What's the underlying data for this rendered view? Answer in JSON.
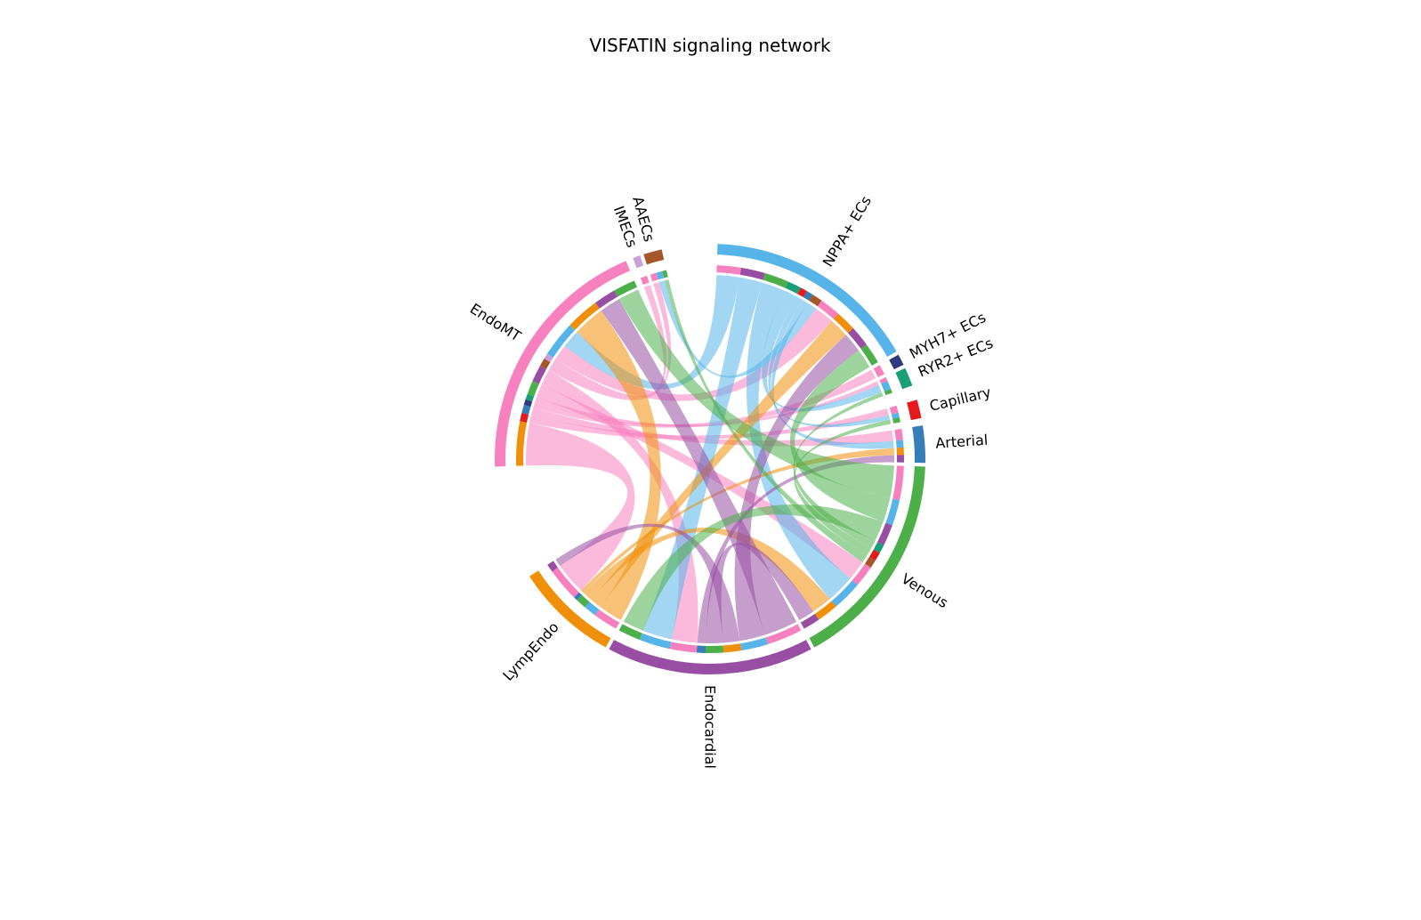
{
  "title": "VISFATIN signaling network",
  "segments": [
    {
      "name": "NPPA+ ECs",
      "color": "#56B4E9",
      "start": 2,
      "end": 60
    },
    {
      "name": "MYH7+ ECs",
      "color": "#2E3A7C",
      "start": 61,
      "end": 64
    },
    {
      "name": "RYR2+ ECs",
      "color": "#1A9E77",
      "start": 65,
      "end": 70
    },
    {
      "name": "Capillary",
      "color": "#E41A1C",
      "start": 74,
      "end": 79
    },
    {
      "name": "Arterial",
      "color": "#377EB8",
      "start": 81,
      "end": 91
    },
    {
      "name": "Venous",
      "color": "#4DAF4A",
      "start": 92,
      "end": 151
    },
    {
      "name": "Endocardial",
      "color": "#984EA3",
      "start": 152,
      "end": 208
    },
    {
      "name": "LympEndo",
      "color": "#F0900A",
      "start": 209,
      "end": 237
    },
    {
      "name": "EndoMT",
      "color": "#F781BF",
      "start": 268,
      "end": 337
    },
    {
      "name": "IMECs",
      "color": "#C9A0DC",
      "start": 339,
      "end": 341
    },
    {
      "name": "AAECs",
      "color": "#A65628",
      "start": 342,
      "end": 347
    }
  ],
  "links": [
    {
      "from": "EndoMT",
      "to": "LympEndo",
      "value": 16
    },
    {
      "from": "EndoMT",
      "to": "Capillary",
      "value": 3
    },
    {
      "from": "EndoMT",
      "to": "Arterial",
      "value": 3
    },
    {
      "from": "EndoMT",
      "to": "MYH7+ ECs",
      "value": 2
    },
    {
      "from": "EndoMT",
      "to": "RYR2+ ECs",
      "value": 2
    },
    {
      "from": "EndoMT",
      "to": "Venous",
      "value": 5
    },
    {
      "from": "EndoMT",
      "to": "Endocardial",
      "value": 6
    },
    {
      "from": "EndoMT",
      "to": "AAECs",
      "value": 3
    },
    {
      "from": "EndoMT",
      "to": "IMECs",
      "value": 2
    },
    {
      "from": "EndoMT",
      "to": "NPPA+ ECs",
      "value": 6
    },
    {
      "from": "NPPA+ ECs",
      "to": "EndoMT",
      "value": 7
    },
    {
      "from": "NPPA+ ECs",
      "to": "Endocardial",
      "value": 7
    },
    {
      "from": "NPPA+ ECs",
      "to": "Venous",
      "value": 7
    },
    {
      "from": "NPPA+ ECs",
      "to": "RYR2+ ECs",
      "value": 4
    },
    {
      "from": "NPPA+ ECs",
      "to": "Capillary",
      "value": 2
    },
    {
      "from": "NPPA+ ECs",
      "to": "Arterial",
      "value": 2
    },
    {
      "from": "NPPA+ ECs",
      "to": "AAECs",
      "value": 3
    },
    {
      "from": "LympEndo",
      "to": "EndoMT",
      "value": 12
    },
    {
      "from": "LympEndo",
      "to": "NPPA+ ECs",
      "value": 6
    },
    {
      "from": "LympEndo",
      "to": "Venous",
      "value": 5
    },
    {
      "from": "LympEndo",
      "to": "Arterial",
      "value": 2
    },
    {
      "from": "Endocardial",
      "to": "EndoMT",
      "value": 8
    },
    {
      "from": "Endocardial",
      "to": "NPPA+ ECs",
      "value": 6
    },
    {
      "from": "Endocardial",
      "to": "LympEndo",
      "value": 4
    },
    {
      "from": "Endocardial",
      "to": "Venous",
      "value": 4
    },
    {
      "from": "Endocardial",
      "to": "Arterial",
      "value": 2
    },
    {
      "from": "Venous",
      "to": "EndoMT",
      "value": 8
    },
    {
      "from": "Venous",
      "to": "NPPA+ ECs",
      "value": 6
    },
    {
      "from": "Venous",
      "to": "Endocardial",
      "value": 5
    },
    {
      "from": "Venous",
      "to": "RYR2+ ECs",
      "value": 2
    },
    {
      "from": "Venous",
      "to": "Capillary",
      "value": 2
    },
    {
      "from": "Venous",
      "to": "AAECs",
      "value": 2
    }
  ]
}
